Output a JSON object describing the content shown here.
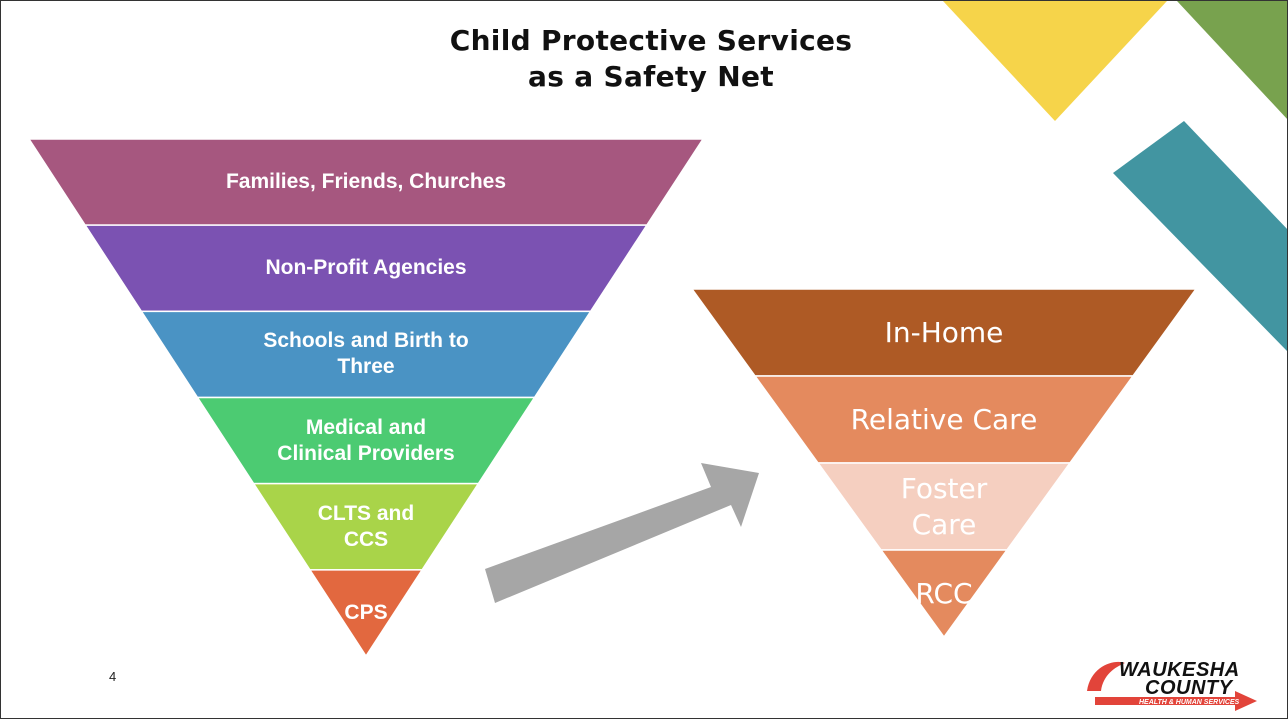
{
  "slide": {
    "title_line1": "Child Protective Services",
    "title_line2": "as a Safety Net",
    "page_number": "4"
  },
  "left_funnel": {
    "tiers": [
      {
        "lines": [
          "Families, Friends, Churches"
        ],
        "color": "#A6577F"
      },
      {
        "lines": [
          "Non-Profit Agencies"
        ],
        "color": "#7B52B2"
      },
      {
        "lines": [
          "Schools and Birth to",
          "Three"
        ],
        "color": "#4A93C4"
      },
      {
        "lines": [
          "Medical and",
          "Clinical Providers"
        ],
        "color": "#4CCB72"
      },
      {
        "lines": [
          "CLTS and",
          "CCS"
        ],
        "color": "#A9D449"
      },
      {
        "lines": [
          "CPS"
        ],
        "color": "#E2683F"
      }
    ]
  },
  "right_funnel": {
    "tiers": [
      {
        "lines": [
          "In-Home"
        ],
        "color": "#AE5A25"
      },
      {
        "lines": [
          "Relative Care"
        ],
        "color": "#E48A5E"
      },
      {
        "lines": [
          "Foster",
          "Care"
        ],
        "color": "#F5CFC0"
      },
      {
        "lines": [
          "RCC"
        ],
        "color": "#E48A5E"
      }
    ]
  },
  "arrow": {
    "color": "#A6A6A6"
  },
  "decorations": {
    "yellow": "#F6D44A",
    "green": "#78A24E",
    "teal": "#4295A1"
  },
  "logo": {
    "line1": "WAUKESHA",
    "line2": "COUNTY",
    "subtitle": "HEALTH & HUMAN SERVICES",
    "accent": "#E2443A"
  }
}
